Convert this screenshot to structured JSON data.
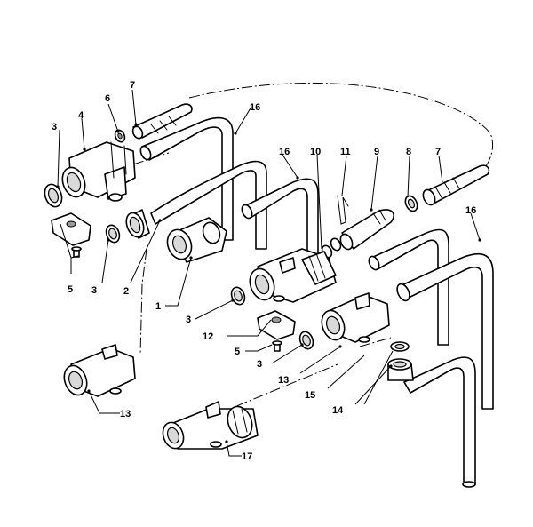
{
  "callouts": {
    "c1": "1",
    "c2": "2",
    "c3a": "3",
    "c3b": "3",
    "c3c": "3",
    "c3d": "3",
    "c4": "4",
    "c5a": "5",
    "c5b": "5",
    "c6": "6",
    "c7a": "7",
    "c7b": "7",
    "c8": "8",
    "c9": "9",
    "c10": "10",
    "c11": "11",
    "c12": "12",
    "c13a": "13",
    "c13b": "13",
    "c14": "14",
    "c15": "15",
    "c16a": "16",
    "c16b": "16",
    "c16c": "16",
    "c17": "17"
  }
}
